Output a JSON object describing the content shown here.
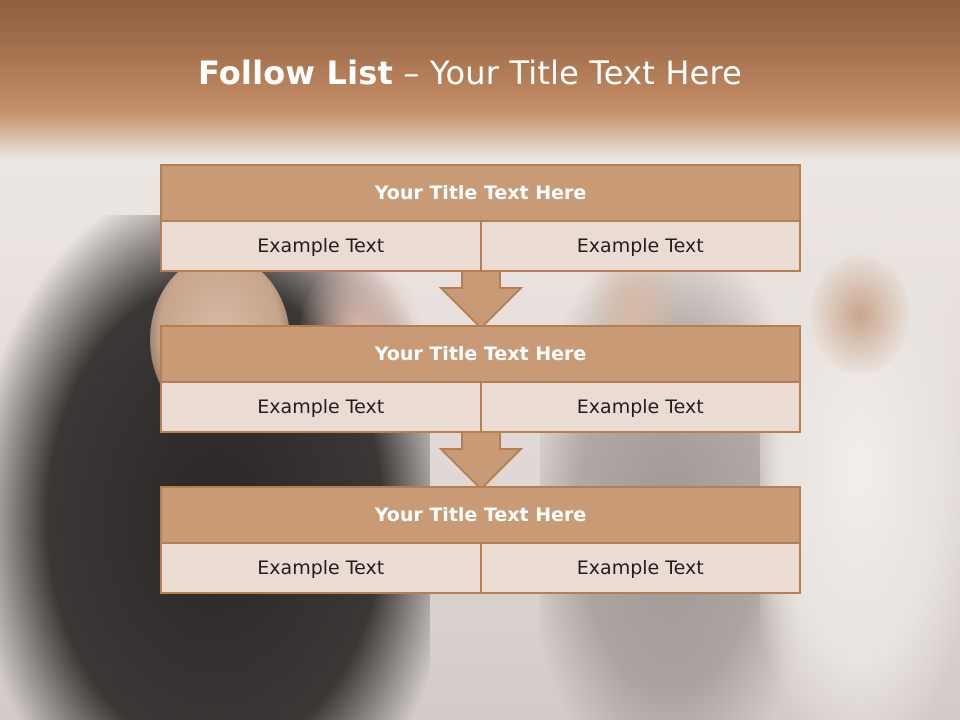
{
  "slide": {
    "title_bold": "Follow List",
    "title_rest": " – Your Title Text Here"
  },
  "blocks": [
    {
      "title": "Your Title Text Here",
      "left": "Example Text",
      "right": "Example Text"
    },
    {
      "title": "Your Title Text Here",
      "left": "Example Text",
      "right": "Example Text"
    },
    {
      "title": "Your Title Text Here",
      "left": "Example Text",
      "right": "Example Text"
    }
  ],
  "colors": {
    "header_band": "#a87350",
    "block_title_fill": "#c89a75",
    "block_border": "#b67f52",
    "cell_fill": "#ebdcd3",
    "arrow_fill": "#c89a75"
  }
}
